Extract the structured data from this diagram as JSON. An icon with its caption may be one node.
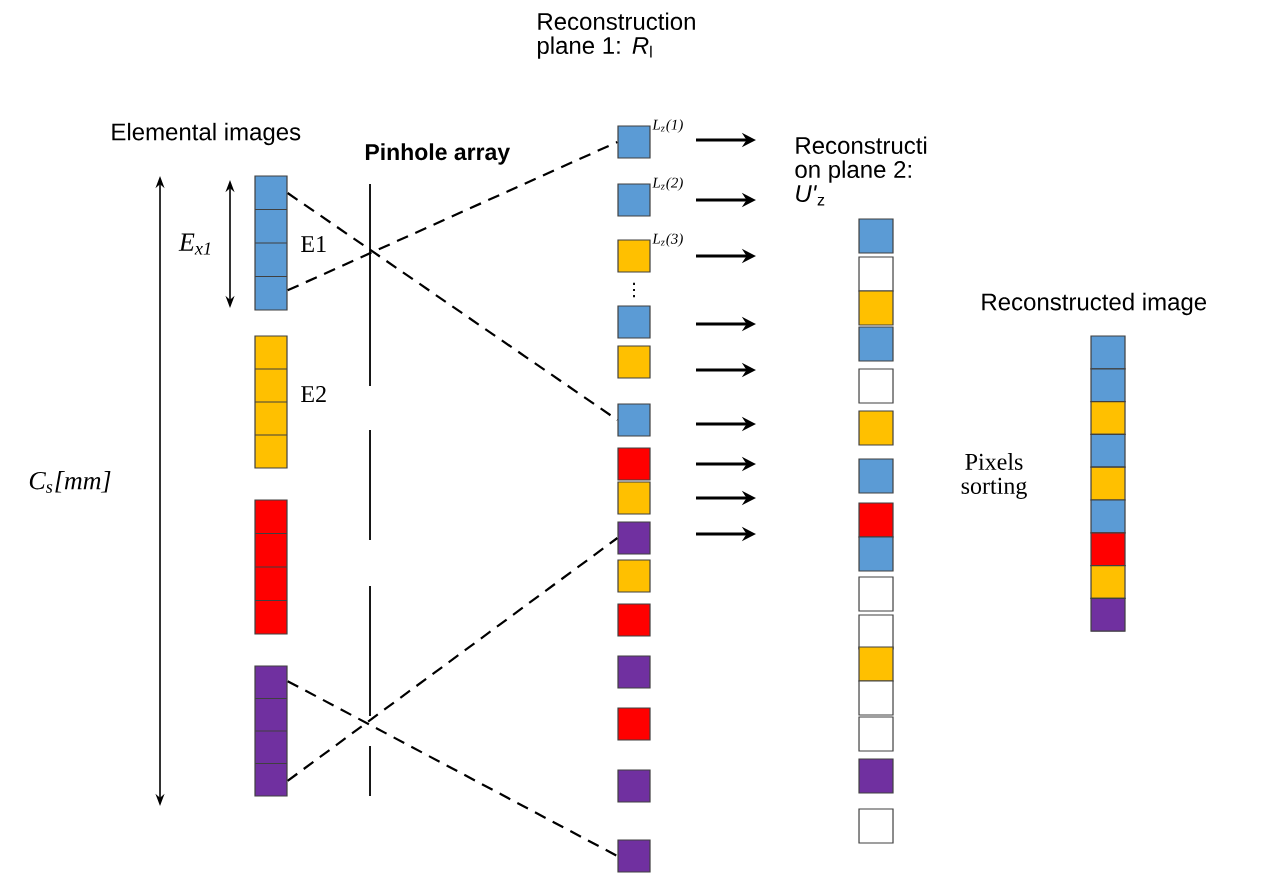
{
  "diagram": {
    "nodes": [
      {
        "text": [],
        "shape": "box",
        "beside": [
          "E1"
        ]
      },
      {
        "text": [],
        "shape": "box",
        "beside": [
          "E2"
        ]
      },
      {
        "text": [],
        "shape": "box"
      },
      {
        "text": [],
        "shape": "box"
      },
      {
        "text": [],
        "shape": "box",
        "beside": [
          "L$_{z}$(1)"
        ]
      },
      {
        "text": [],
        "shape": "box",
        "beside": [
          "L$_{z}$(2)"
        ]
      },
      {
        "text": [],
        "shape": "box",
        "beside": [
          "L$_{z}$(3)"
        ]
      },
      {
        "text": [],
        "shape": "box"
      },
      {
        "text": [],
        "shape": "box"
      },
      {
        "text": [],
        "shape": "box"
      },
      {
        "text": [],
        "shape": "box"
      },
      {
        "text": [],
        "shape": "box"
      },
      {
        "text": [],
        "shape": "box"
      },
      {
        "text": [],
        "shape": "box"
      },
      {
        "text": [],
        "shape": "box"
      },
      {
        "text": [],
        "shape": "box"
      },
      {
        "text": [],
        "shape": "box"
      },
      {
        "text": [],
        "shape": "box"
      },
      {
        "text": [],
        "shape": "box"
      },
      {
        "text": [],
        "shape": "box"
      },
      {
        "text": [],
        "shape": "box"
      },
      {
        "text": [],
        "shape": "box"
      },
      {
        "text": [],
        "shape": "box"
      },
      {
        "text": [],
        "shape": "box"
      },
      {
        "text": [],
        "shape": "box"
      },
      {
        "text": [],
        "shape": "box"
      },
      {
        "text": [],
        "shape": "box"
      },
      {
        "text": [],
        "shape": "box"
      },
      {
        "text": [],
        "shape": "box"
      },
      {
        "text": [],
        "shape": "box"
      },
      {
        "text": [],
        "shape": "box"
      },
      {
        "text": [],
        "shape": "box"
      },
      {
        "text": [],
        "shape": "box"
      },
      {
        "text": [],
        "shape": "box"
      },
      {
        "text": [],
        "shape": "box"
      },
      {
        "text": [],
        "shape": "box"
      },
      {
        "text": [],
        "shape": "box"
      },
      {
        "text": [],
        "shape": "box"
      },
      {
        "text": [],
        "shape": "box"
      },
      {
        "text": [],
        "shape": "box"
      },
      {
        "text": [],
        "shape": "box"
      },
      {
        "text": [],
        "shape": "box"
      },
      {
        "text": [],
        "shape": "box"
      },
      {
        "text": [],
        "shape": "box"
      }
    ],
    "edges": [
      {
        "from": 0,
        "to": 9,
        "arrow": "none",
        "style": "dashed"
      },
      {
        "from": 0,
        "to": 4,
        "arrow": "none",
        "style": "dashed"
      },
      {
        "from": 3,
        "to": 18,
        "arrow": "none",
        "style": "dashed"
      },
      {
        "from": 3,
        "to": 12,
        "arrow": "none",
        "style": "dashed"
      }
    ],
    "labels": [
      "Reconstruction plane 1: *R*$_{l}$",
      "Elemental images",
      "Reconstructi on plane 2: *U'*$_{z}$",
      "Pinhole array",
      "E$_{x1}$",
      "⋮",
      "Reconstructed image",
      "Pixels sorting",
      "C$_{s}$[mm]"
    ]
  }
}
